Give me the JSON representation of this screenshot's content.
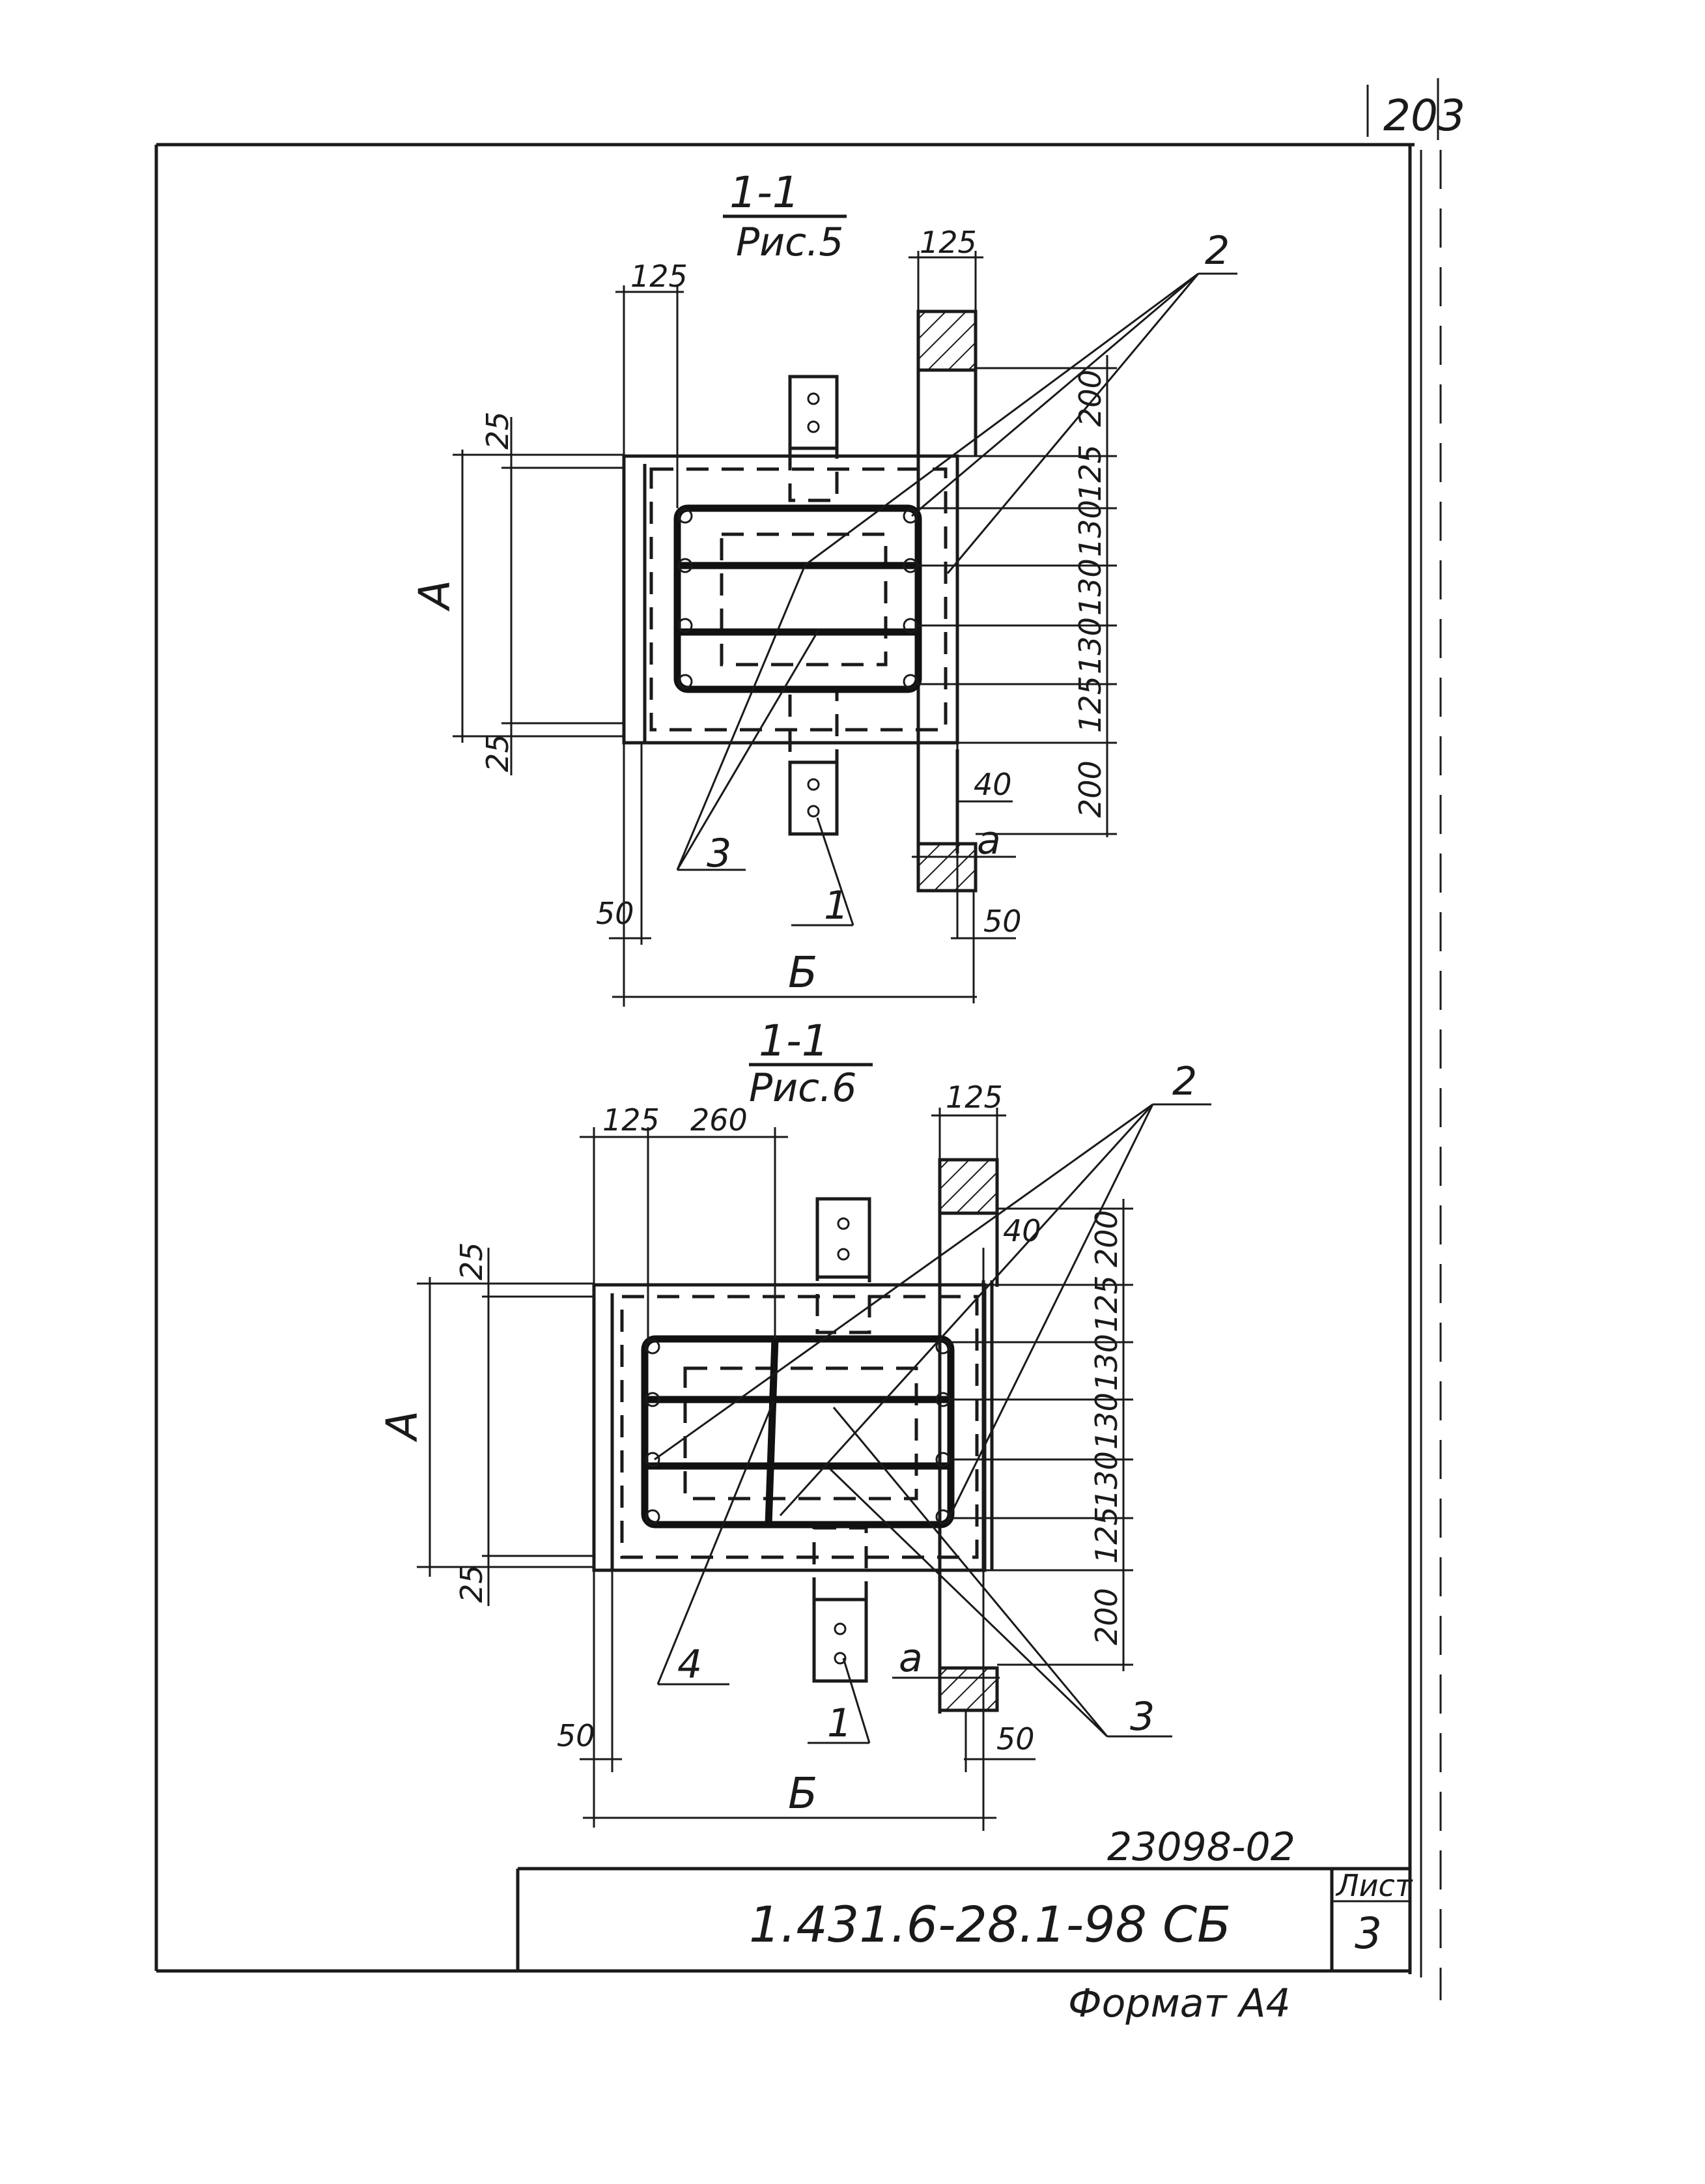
{
  "page_number": "203",
  "figures": [
    {
      "section": "1-1",
      "ref": "Рис.5",
      "dims": {
        "top_left": "125",
        "top_right": "125",
        "top_gap": "25",
        "bottom_gap": "25",
        "left_height": "А",
        "width": "Б",
        "edge_left": "50",
        "edge_right": "50",
        "offset": "40",
        "a": "а",
        "right_chain": [
          "200",
          "125",
          "130",
          "130",
          "130",
          "125",
          "200"
        ]
      },
      "callouts": [
        "1",
        "2",
        "3"
      ]
    },
    {
      "section": "1-1",
      "ref": "Рис.6",
      "dims": {
        "top_left": "125",
        "top_mid": "260",
        "top_right": "125",
        "top_gap": "25",
        "bottom_gap": "25",
        "left_height": "А",
        "width": "Б",
        "edge_left": "50",
        "edge_right": "50",
        "offset": "40",
        "a": "а",
        "right_chain": [
          "200",
          "125",
          "130",
          "130",
          "130",
          "125",
          "200"
        ]
      },
      "callouts": [
        "1",
        "2",
        "3",
        "4"
      ]
    }
  ],
  "stamp": {
    "inventory_no": "23098-02",
    "designation": "1.431.6-28.1-98 СБ",
    "sheet_label": "Лист",
    "sheet_no": "3"
  },
  "format_note": "Формат А4"
}
